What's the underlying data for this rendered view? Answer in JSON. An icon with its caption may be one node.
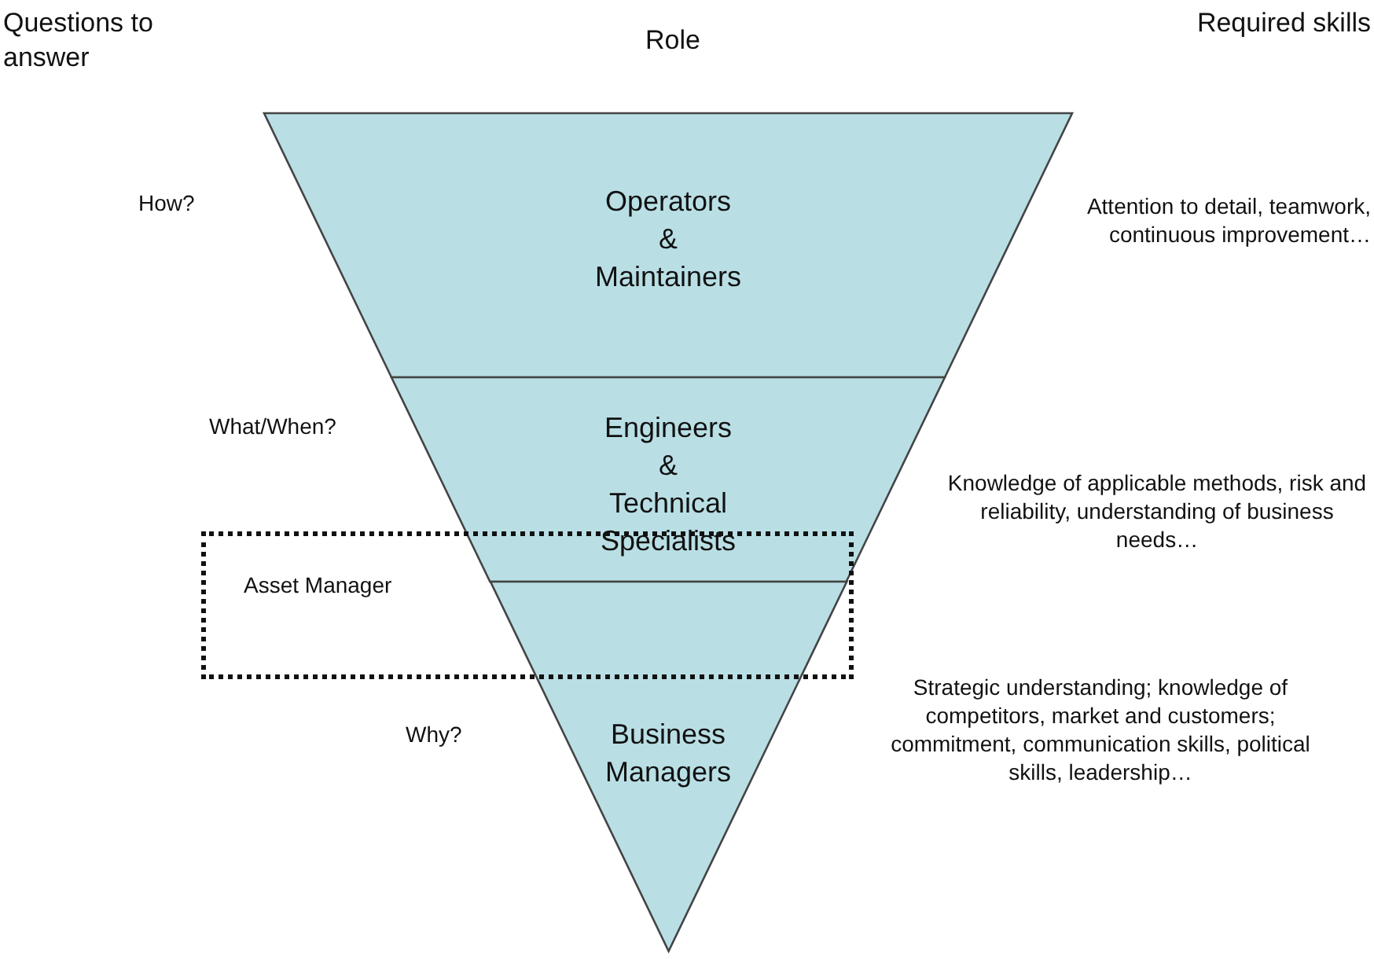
{
  "diagram": {
    "nodes": [
      {
        "text": [
          "Operators & Maintainers"
        ]
      },
      {
        "text": [
          "Engineers & Technical Specialists"
        ]
      },
      {
        "text": [
          "Business Managers"
        ]
      },
      {
        "text": [
          "Asset Manager"
        ]
      }
    ],
    "labels": [
      "Questions to answer",
      "Role",
      "Required skills",
      "How?",
      "Attention to detail, teamwork, continuous improvement…",
      "What/When?",
      "Knowledge of applicable methods, risk and reliability, understanding of business needs…",
      "Why?",
      "Strategic understanding; knowledge of competitors, market and customers; commitment, communication skills, political skills, leadership…"
    ]
  }
}
